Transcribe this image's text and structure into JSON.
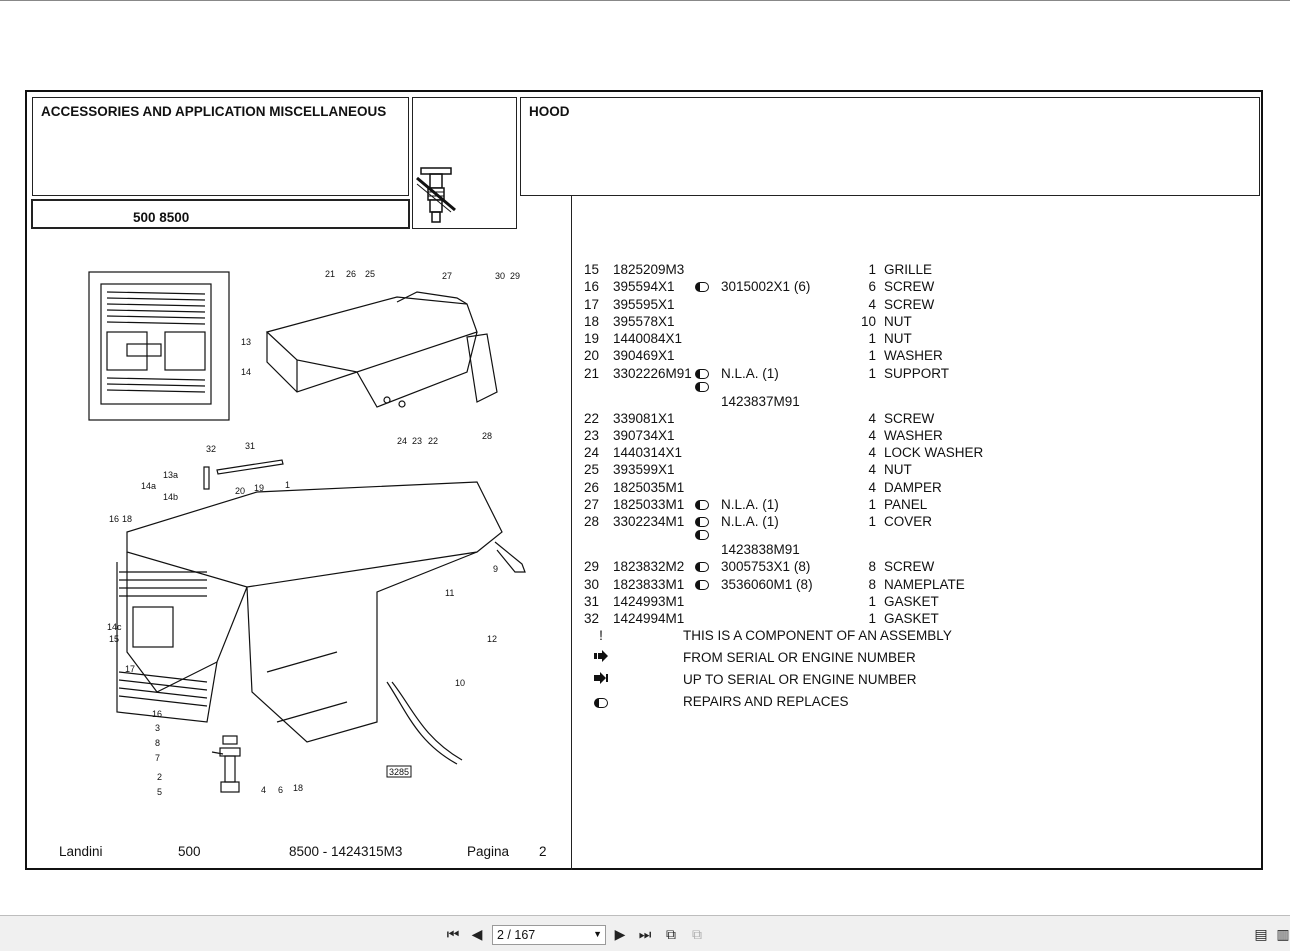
{
  "header": {
    "section_title": "ACCESSORIES AND APPLICATION MISCELLANEOUS",
    "group_title": "HOOD",
    "model": "500 8500"
  },
  "illustration": {
    "figure_number": "3285",
    "callouts": [
      "21",
      "26",
      "25",
      "27",
      "30",
      "29",
      "13",
      "14",
      "24",
      "23",
      "22",
      "28",
      "32",
      "31",
      "13a",
      "14a",
      "14b",
      "20",
      "19",
      "1",
      "16",
      "18",
      "9",
      "11",
      "12",
      "10",
      "14c",
      "15",
      "17",
      "3",
      "8",
      "7",
      "2",
      "5",
      "4",
      "6"
    ]
  },
  "parts": [
    {
      "ref": "15",
      "part": "1825209M3",
      "rr": false,
      "repl": "",
      "qty": "1",
      "desc": "GRILLE"
    },
    {
      "ref": "16",
      "part": "395594X1",
      "rr": true,
      "repl": "3015002X1  (6)",
      "qty": "6",
      "desc": "SCREW"
    },
    {
      "ref": "17",
      "part": "395595X1",
      "rr": false,
      "repl": "",
      "qty": "4",
      "desc": "SCREW"
    },
    {
      "ref": "18",
      "part": "395578X1",
      "rr": false,
      "repl": "",
      "qty": "10",
      "desc": "NUT"
    },
    {
      "ref": "19",
      "part": "1440084X1",
      "rr": false,
      "repl": "",
      "qty": "1",
      "desc": "NUT"
    },
    {
      "ref": "20",
      "part": "390469X1",
      "rr": false,
      "repl": "",
      "qty": "1",
      "desc": "WASHER"
    },
    {
      "ref": "21",
      "part": "3302226M91",
      "rr": true,
      "repl": "N.L.A.  (1)",
      "qty": "1",
      "desc": "SUPPORT"
    },
    {
      "ref": "",
      "part": "",
      "rr": true,
      "repl": "",
      "qty": "",
      "desc": ""
    },
    {
      "ref": "",
      "part": "",
      "rr": false,
      "repl": "1423837M91",
      "qty": "",
      "desc": ""
    },
    {
      "ref": "22",
      "part": "339081X1",
      "rr": false,
      "repl": "",
      "qty": "4",
      "desc": "SCREW"
    },
    {
      "ref": "23",
      "part": "390734X1",
      "rr": false,
      "repl": "",
      "qty": "4",
      "desc": "WASHER"
    },
    {
      "ref": "24",
      "part": "1440314X1",
      "rr": false,
      "repl": "",
      "qty": "4",
      "desc": "LOCK WASHER"
    },
    {
      "ref": "25",
      "part": "393599X1",
      "rr": false,
      "repl": "",
      "qty": "4",
      "desc": "NUT"
    },
    {
      "ref": "26",
      "part": "1825035M1",
      "rr": false,
      "repl": "",
      "qty": "4",
      "desc": "DAMPER"
    },
    {
      "ref": "27",
      "part": "1825033M1",
      "rr": true,
      "repl": "N.L.A.  (1)",
      "qty": "1",
      "desc": "PANEL"
    },
    {
      "ref": "28",
      "part": "3302234M1",
      "rr": true,
      "repl": "N.L.A.  (1)",
      "qty": "1",
      "desc": "COVER"
    },
    {
      "ref": "",
      "part": "",
      "rr": true,
      "repl": "",
      "qty": "",
      "desc": ""
    },
    {
      "ref": "",
      "part": "",
      "rr": false,
      "repl": "1423838M91",
      "qty": "",
      "desc": ""
    },
    {
      "ref": "29",
      "part": "1823832M2",
      "rr": true,
      "repl": "3005753X1  (8)",
      "qty": "8",
      "desc": "SCREW"
    },
    {
      "ref": "30",
      "part": "1823833M1",
      "rr": true,
      "repl": "3536060M1  (8)",
      "qty": "8",
      "desc": "NAMEPLATE"
    },
    {
      "ref": "31",
      "part": "1424993M1",
      "rr": false,
      "repl": "",
      "qty": "1",
      "desc": "GASKET"
    },
    {
      "ref": "32",
      "part": "1424994M1",
      "rr": false,
      "repl": "",
      "qty": "1",
      "desc": "GASKET"
    }
  ],
  "legend": [
    {
      "symbol": "!",
      "icon": "exclamation",
      "text": "THIS IS A COMPONENT OF AN ASSEMBLY"
    },
    {
      "symbol": "",
      "icon": "from-serial-arrow-icon",
      "text": "FROM SERIAL OR ENGINE NUMBER"
    },
    {
      "symbol": "",
      "icon": "up-to-serial-arrow-icon",
      "text": "UP TO SERIAL OR ENGINE NUMBER"
    },
    {
      "symbol": "",
      "icon": "repairs-replaces-icon",
      "text": "REPAIRS AND REPLACES"
    }
  ],
  "footer": {
    "brand": "Landini",
    "series": "500",
    "doc": "8500 - 1424315M3",
    "page_label": "Pagina",
    "page_num": "2"
  },
  "viewer": {
    "page_indicator": "2 / 167"
  }
}
